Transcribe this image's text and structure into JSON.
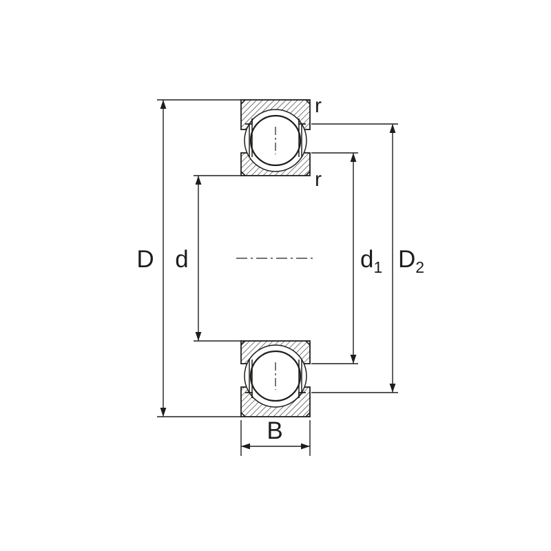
{
  "page": {
    "background": "#ffffff"
  },
  "diagram": {
    "type": "technical-drawing",
    "subject": "deep-groove-ball-bearing-cross-section-with-dimensions",
    "line_color": "#1d1d1b",
    "labels": {
      "outer_diameter": "D",
      "bore_diameter": "d",
      "d1_base": "d",
      "d1_sub": "1",
      "D2_base": "D",
      "D2_sub": "2",
      "width": "B",
      "radius_top": "r",
      "radius_inner": "r"
    }
  }
}
